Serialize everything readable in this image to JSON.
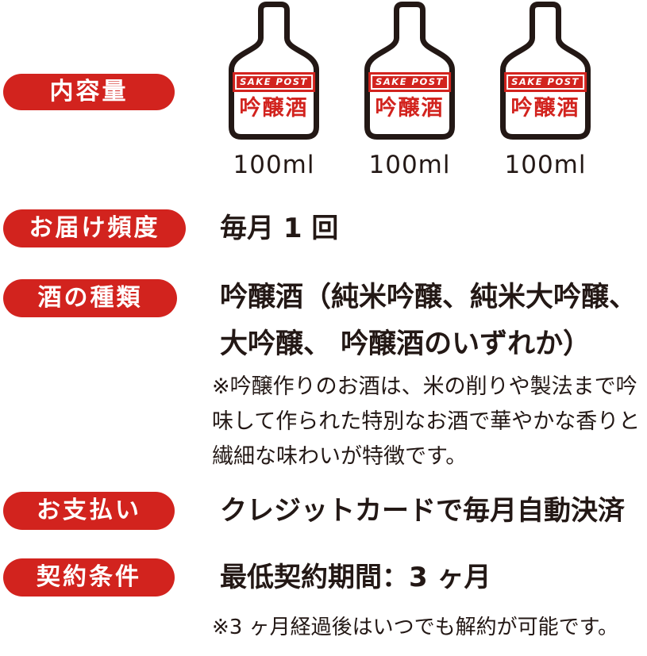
{
  "theme": {
    "accent_red": "#d2231e",
    "ink": "#231815",
    "background": "#ffffff"
  },
  "rows": {
    "volume": {
      "label": "内容量"
    },
    "frequency": {
      "label": "お届け頻度",
      "value": "毎月 1 回"
    },
    "sake_type": {
      "label": "酒の種類",
      "value_line1": "吟醸酒（純米吟醸、純米大吟醸、",
      "value_line2": "大吟醸、 吟醸酒のいずれか）",
      "note": "※吟醸作りのお酒は、米の削りや製法まで吟味して作られた特別なお酒で華やかな香りと繊細な味わいが特徴です。"
    },
    "payment": {
      "label": "お支払い",
      "value": "クレジットカードで毎月自動決済"
    },
    "contract": {
      "label": "契約条件",
      "value": "最低契約期間：3 ヶ月",
      "note": "※3 ヶ月経過後はいつでも解約が可能です。"
    }
  },
  "bottles": [
    {
      "brand": "SAKE POST",
      "variety": "吟醸酒",
      "volume": "100ml"
    },
    {
      "brand": "SAKE POST",
      "variety": "吟醸酒",
      "volume": "100ml"
    },
    {
      "brand": "SAKE POST",
      "variety": "吟醸酒",
      "volume": "100ml"
    }
  ]
}
